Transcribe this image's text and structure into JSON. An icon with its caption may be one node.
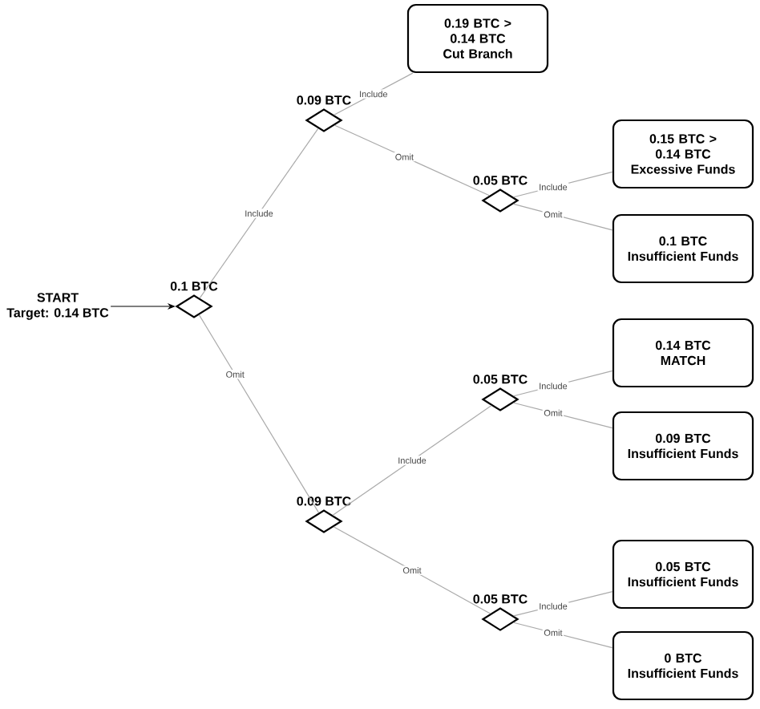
{
  "diagram": {
    "nodes": [
      {
        "text": [
          "START",
          "Target: 0.14 BTC"
        ]
      },
      {
        "text": [
          "0.1 BTC"
        ]
      },
      {
        "text": [
          "0.09 BTC"
        ]
      },
      {
        "text": [
          "0.19 BTC > 0.14 BTC",
          "Cut Branch"
        ]
      },
      {
        "text": [
          "0.05 BTC"
        ]
      },
      {
        "text": [
          "0.15 BTC > 0.14 BTC",
          "Excessive Funds"
        ]
      },
      {
        "text": [
          "0.1 BTC",
          "Insufficient Funds"
        ]
      },
      {
        "text": [
          "0.09 BTC"
        ]
      },
      {
        "text": [
          "0.05 BTC"
        ]
      },
      {
        "text": [
          "0.14 BTC",
          "MATCH"
        ]
      },
      {
        "text": [
          "0.09 BTC",
          "Insufficient Funds"
        ]
      },
      {
        "text": [
          "0.05 BTC"
        ]
      },
      {
        "text": [
          "0.05 BTC",
          "Insufficient Funds"
        ]
      },
      {
        "text": [
          "0 BTC",
          "Insufficient Funds"
        ]
      }
    ],
    "edges": [
      {
        "from": 0,
        "to": 1,
        "arrow": "to",
        "color": "#000000"
      },
      {
        "from": 1,
        "to": 2,
        "arrow": "none",
        "label": "Include"
      },
      {
        "from": 2,
        "to": 3,
        "arrow": "none",
        "label": "Include"
      },
      {
        "from": 2,
        "to": 4,
        "arrow": "none",
        "label": "Omit"
      },
      {
        "from": 4,
        "to": 5,
        "arrow": "none",
        "label": "Include"
      },
      {
        "from": 4,
        "to": 6,
        "arrow": "none",
        "label": "Omit"
      },
      {
        "from": 1,
        "to": 7,
        "arrow": "none",
        "label": "Omit"
      },
      {
        "from": 7,
        "to": 8,
        "arrow": "none",
        "label": "Include"
      },
      {
        "from": 8,
        "to": 9,
        "arrow": "none",
        "label": "Include"
      },
      {
        "from": 8,
        "to": 10,
        "arrow": "none",
        "label": "Omit"
      },
      {
        "from": 7,
        "to": 11,
        "arrow": "none",
        "label": "Omit"
      },
      {
        "from": 11,
        "to": 12,
        "arrow": "none",
        "label": "Include"
      },
      {
        "from": 11,
        "to": 13,
        "arrow": "none",
        "label": "Omit"
      }
    ]
  }
}
